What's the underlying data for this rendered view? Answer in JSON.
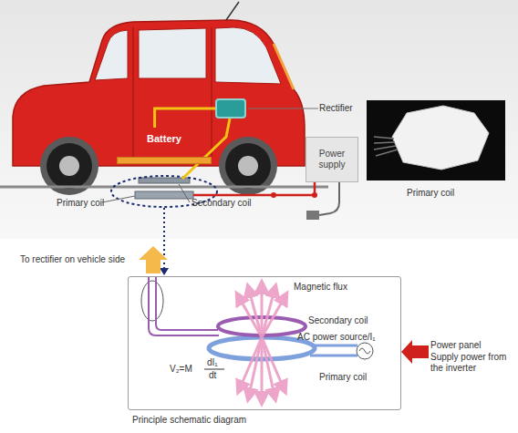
{
  "diagram": {
    "nodes": [
      {
        "text": [
          "Rectifier"
        ]
      },
      {
        "text": [
          "Battery"
        ]
      },
      {
        "text": [
          "Power supply"
        ]
      },
      {
        "text": [
          "Primary coil"
        ]
      },
      {
        "text": [
          "Principle schematic diagram"
        ]
      }
    ],
    "edges": [
      {
        "from": 1,
        "to": 0,
        "arrow": "none"
      }
    ],
    "labels": [
      "Primary coil",
      "Secondary coil",
      "To rectifier on vehicle side",
      "Magnetic flux",
      "Secondary coil",
      "AC power source/I₁",
      "Power panel",
      "Supply power from the inverter",
      "V₂=M",
      "dI₁",
      "dt",
      "Primary coil"
    ]
  }
}
